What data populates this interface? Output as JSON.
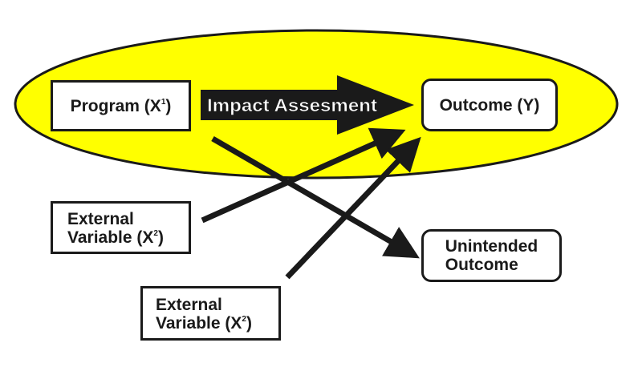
{
  "diagram": {
    "program": {
      "label": "Program (X",
      "superscript": "1",
      "suffix": ")"
    },
    "impact_arrow": {
      "label": "Impact Assesment"
    },
    "outcome": {
      "label": "Outcome (Y)"
    },
    "external_1": {
      "line1": "External",
      "line2": "Variable (X",
      "superscript": "2",
      "suffix": ")"
    },
    "external_2": {
      "line1": "External",
      "line2": "Variable (X",
      "superscript": "2",
      "suffix": ")"
    },
    "unintended": {
      "line1": "Unintended",
      "line2": "Outcome"
    }
  },
  "colors": {
    "ellipse_fill": "#ffff00",
    "stroke": "#1a1a1a",
    "arrow_text": "#ffffff",
    "box_fill": "#ffffff"
  }
}
